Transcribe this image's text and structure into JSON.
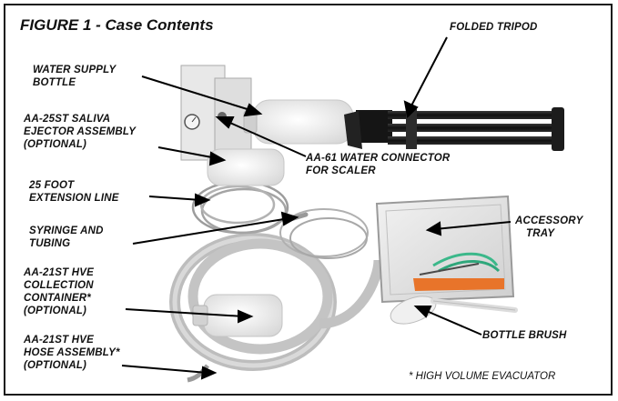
{
  "figure": {
    "title": "FIGURE 1 - Case Contents",
    "footnote": "* HIGH VOLUME EVACUATOR"
  },
  "callouts": {
    "folded_tripod": "FOLDED TRIPOD",
    "water_supply_bottle": [
      "WATER SUPPLY",
      "BOTTLE"
    ],
    "saliva_ejector": [
      "AA-25ST SALIVA",
      "EJECTOR ASSEMBLY",
      "(OPTIONAL)"
    ],
    "water_connector": [
      "AA-61 WATER CONNECTOR",
      "FOR SCALER"
    ],
    "extension_line": [
      "25 FOOT",
      "EXTENSION LINE"
    ],
    "syringe_tubing": [
      "SYRINGE AND",
      "TUBING"
    ],
    "accessory_tray": [
      "ACCESSORY",
      "TRAY"
    ],
    "hve_container": [
      "AA-21ST HVE",
      "COLLECTION",
      "CONTAINER*",
      "(OPTIONAL)"
    ],
    "bottle_brush": "BOTTLE BRUSH",
    "hve_hose": [
      "AA-21ST HVE",
      "HOSE ASSEMBLY*",
      "(OPTIONAL)"
    ]
  }
}
